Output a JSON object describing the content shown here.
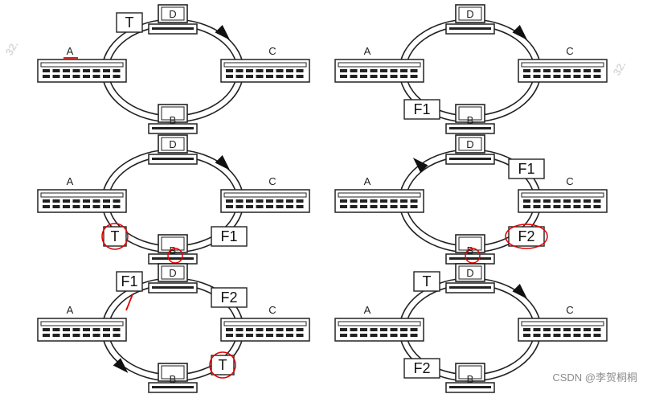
{
  "diagram": {
    "panels": [
      {
        "nodes": {
          "A": "A",
          "C": "C",
          "D": "D",
          "B": "B"
        },
        "frames": [
          {
            "text": "T",
            "pos": "top-left"
          }
        ],
        "arrow": "cw",
        "annotations": {
          "underline_A": true
        }
      },
      {
        "nodes": {
          "A": "A",
          "C": "C",
          "D": "D",
          "B": "B"
        },
        "frames": [
          {
            "text": "F1",
            "pos": "bottom-left"
          }
        ],
        "arrow": "cw",
        "annotations": {}
      },
      {
        "nodes": {
          "A": "A",
          "C": "C",
          "D": "D",
          "B": "B"
        },
        "frames": [
          {
            "text": "T",
            "pos": "bottom-left-small"
          },
          {
            "text": "F1",
            "pos": "bottom-right"
          }
        ],
        "arrow": "cw",
        "annotations": {
          "circle_T": true,
          "circle_B": true
        }
      },
      {
        "nodes": {
          "A": "A",
          "C": "C",
          "D": "D",
          "B": "B"
        },
        "frames": [
          {
            "text": "F1",
            "pos": "top-right"
          },
          {
            "text": "F2",
            "pos": "bottom-right"
          }
        ],
        "arrow": "ccw",
        "annotations": {
          "circle_B": true,
          "circle_F2": true
        }
      },
      {
        "nodes": {
          "A": "A",
          "C": "C",
          "D": "D",
          "B": "B"
        },
        "frames": [
          {
            "text": "F1",
            "pos": "top-left"
          },
          {
            "text": "F2",
            "pos": "top-right"
          },
          {
            "text": "T",
            "pos": "bottom-right-small"
          }
        ],
        "arrow": "ccw-bottom",
        "annotations": {
          "tick_F1": true,
          "circle_T": true
        }
      },
      {
        "nodes": {
          "A": "A",
          "C": "C",
          "D": "D",
          "B": "B"
        },
        "frames": [
          {
            "text": "T",
            "pos": "top-left"
          },
          {
            "text": "F2",
            "pos": "bottom-left"
          }
        ],
        "arrow": "cw",
        "annotations": {}
      }
    ]
  },
  "side_marks": [
    "32.",
    "32."
  ],
  "watermark": "CSDN @李贺桐桐",
  "colors": {
    "ring": "#222222",
    "annotation": "#e00000",
    "frame_border": "#222222"
  }
}
